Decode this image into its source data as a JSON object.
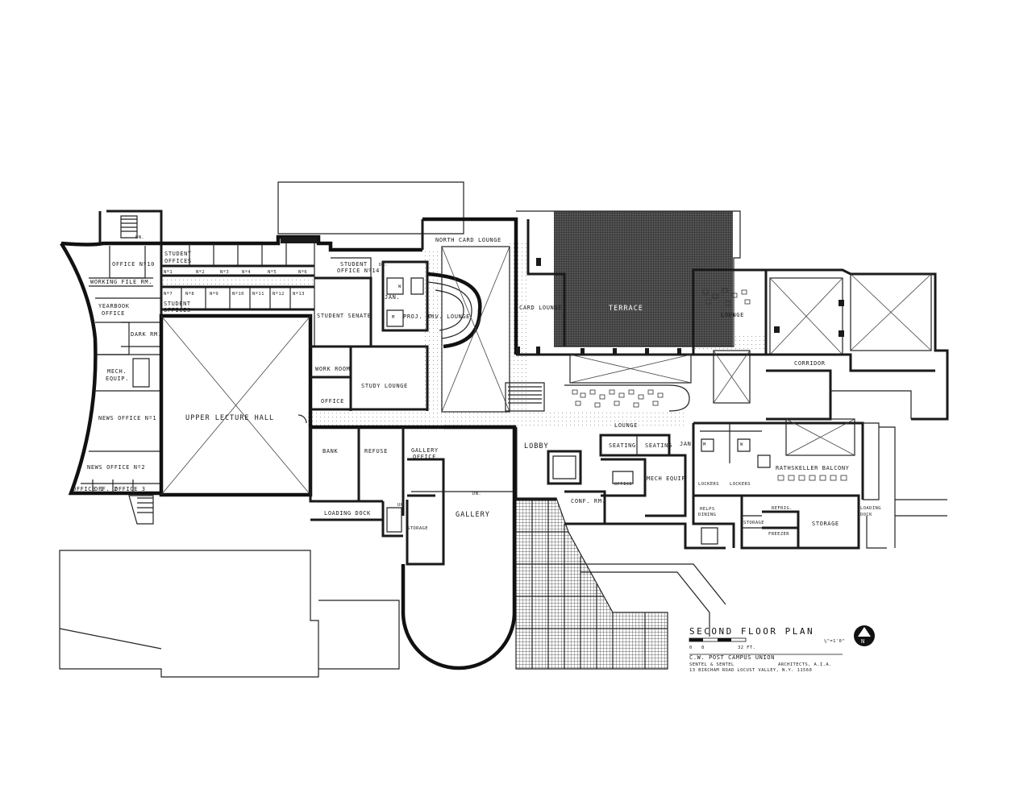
{
  "title_block": {
    "title": "SECOND FLOOR PLAN",
    "scale_note": "¼\"=1'0\"",
    "scale_ticks": [
      "0",
      "8",
      "32 FT."
    ],
    "project": "C.W. POST CAMPUS UNION",
    "architect": "SENTEL & SENTEL",
    "credential": "ARCHITECTS, A.I.A.",
    "address": "13 BIRCHAM ROAD   LOCUST VALLEY, N.Y. 11560"
  },
  "north_arrow": {
    "label": "N",
    "icon": "north-arrow-icon"
  },
  "rooms": {
    "office_10": "OFFICE Nº10",
    "working_file": "WORKING FILE RM.",
    "yearbook": "YEARBOOK",
    "yearbook2": "OFFICE",
    "dark_rm": "DARK RM.",
    "mech_equip_left": "MECH.",
    "mech_equip_left2": "EQUIP.",
    "news_office_1": "NEWS OFFICE Nº1",
    "news_office_2": "NEWS OFFICE Nº2",
    "office_1": "OFFICE 1",
    "office_2": "OFF. 2",
    "office_3": "OFFICE 3",
    "student_offices_top": "STUDENT",
    "student_offices_top2": "OFFICES",
    "student_offices_mid": "STUDENT",
    "student_offices_mid2": "OFFICES",
    "office_nums_top": [
      "Nº1",
      "Nº2",
      "Nº3",
      "Nº4",
      "Nº5",
      "Nº6"
    ],
    "office_nums_mid": [
      "Nº7",
      "Nº8",
      "Nº9",
      "Nº10",
      "Nº11",
      "Nº12",
      "Nº13"
    ],
    "student_office_14": "STUDENT",
    "student_office_14b": "OFFICE Nº14",
    "student_senate": "STUDENT SENATE",
    "upper_lecture_hall": "UPPER LECTURE HALL",
    "work_room": "WORK ROOM",
    "office_mid": "OFFICE",
    "study_lounge": "STUDY LOUNGE",
    "jan": "JAN.",
    "proj_rm": "PROJ. RM.",
    "tv_lounge": "T.V. LOUNGE",
    "north_card_lounge": "NORTH CARD LOUNGE",
    "card_lounge": "CARD LOUNGE",
    "terrace": "TERRACE",
    "lounge_right": "LOUNGE",
    "corridor": "CORRIDOR",
    "lounge_center": "LOUNGE",
    "lobby": "LOBBY",
    "seating_1": "SEATING",
    "seating_2": "SEATING",
    "jan_right": "JAN.",
    "bank": "BANK",
    "refuse": "REFUSE",
    "gallery_office": "GALLERY",
    "gallery_office2": "OFFICE",
    "gallery": "GALLERY",
    "loading_dock": "LOADING DOCK",
    "storage_left": "STORAGE",
    "conf_rm": "CONF. RM.",
    "office_lobby": "OFFICE",
    "mech_equip_right": "MECH EQUIP",
    "lockers_1": "LOCKERS",
    "lockers_2": "LOCKERS",
    "rathskeller_balcony": "RATHSKELLER BALCONY",
    "helps_dining": "HELPS",
    "helps_dining2": "DINING",
    "storage_small": "STORAGE",
    "refrig": "REFRIG.",
    "freezer": "FREEZER",
    "storage_right": "STORAGE",
    "loading_dock_right": "LOADING",
    "loading_dock_right2": "DOCK",
    "dn_1": "DN.",
    "dn_2": "DN.",
    "dn_3": "DN.",
    "up": "UP",
    "w": "W",
    "m": "M",
    "m2": "M",
    "w2": "W"
  }
}
